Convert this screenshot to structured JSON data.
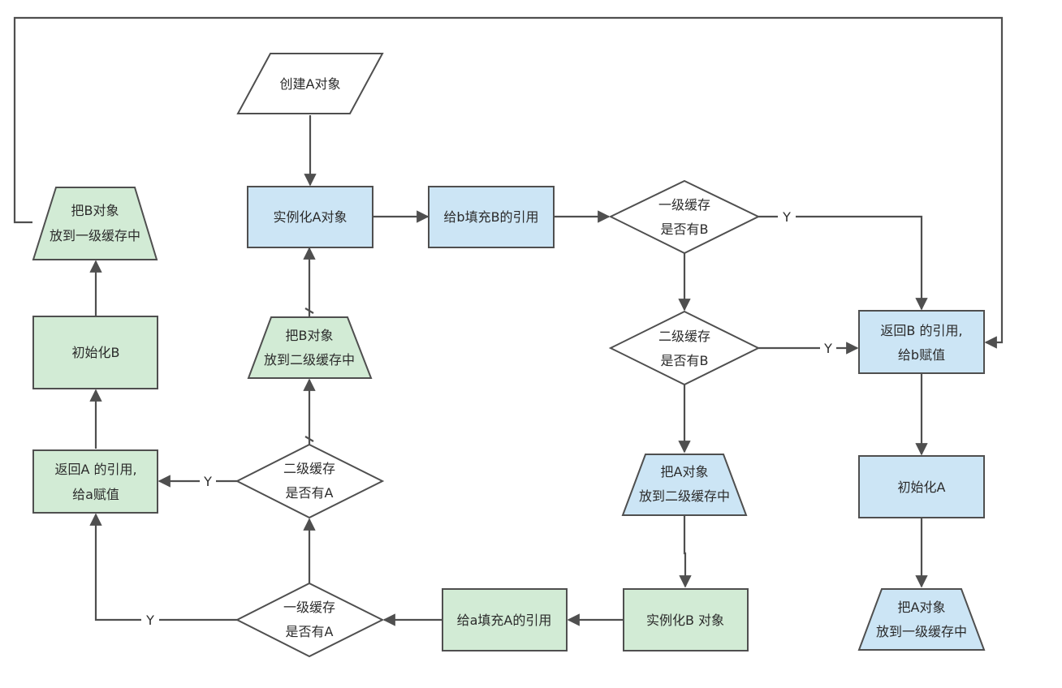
{
  "colors": {
    "blue_fill": "#cce5f5",
    "green_fill": "#d2ebd5",
    "white_fill": "#ffffff",
    "stroke": "#4f4f4f",
    "text": "#2b2b2b"
  },
  "nodes": {
    "create_a": {
      "lines": [
        "创建A对象"
      ]
    },
    "instantiate_a": {
      "lines": [
        "实例化A对象"
      ]
    },
    "fill_b_ref": {
      "lines": [
        "给b填充B的引用"
      ]
    },
    "l1_has_b": {
      "lines": [
        "一级缓存",
        "是否有B"
      ]
    },
    "l2_has_b": {
      "lines": [
        "二级缓存",
        "是否有B"
      ]
    },
    "return_b_ref": {
      "lines": [
        "返回B 的引用,",
        "给b赋值"
      ]
    },
    "init_a": {
      "lines": [
        "初始化A"
      ]
    },
    "put_a_l1": {
      "lines": [
        "把A对象",
        "放到一级缓存中"
      ]
    },
    "put_a_l2": {
      "lines": [
        "把A对象",
        "放到二级缓存中"
      ]
    },
    "instantiate_b": {
      "lines": [
        "实例化B 对象"
      ]
    },
    "fill_a_ref": {
      "lines": [
        "给a填充A的引用"
      ]
    },
    "l1_has_a": {
      "lines": [
        "一级缓存",
        "是否有A"
      ]
    },
    "l2_has_a": {
      "lines": [
        "二级缓存",
        "是否有A"
      ]
    },
    "put_b_l2": {
      "lines": [
        "把B对象",
        "放到二级缓存中"
      ]
    },
    "return_a_ref": {
      "lines": [
        "返回A 的引用,",
        "给a赋值"
      ]
    },
    "init_b": {
      "lines": [
        "初始化B"
      ]
    },
    "put_b_l1": {
      "lines": [
        "把B对象",
        "放到一级缓存中"
      ]
    }
  },
  "edge_labels": {
    "yes": "Y"
  }
}
